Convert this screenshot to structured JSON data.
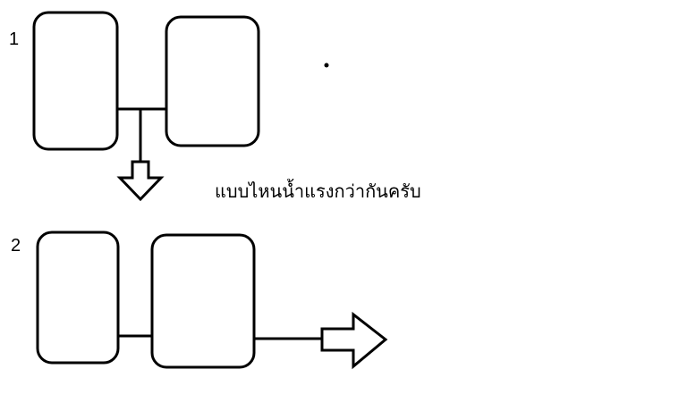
{
  "diagram": {
    "question": "แบบไหนน้ำแรงกว่ากันครับ",
    "option_1": {
      "label": "1"
    },
    "option_2": {
      "label": "2"
    },
    "colors": {
      "stroke": "#000000",
      "background": "#ffffff"
    }
  }
}
